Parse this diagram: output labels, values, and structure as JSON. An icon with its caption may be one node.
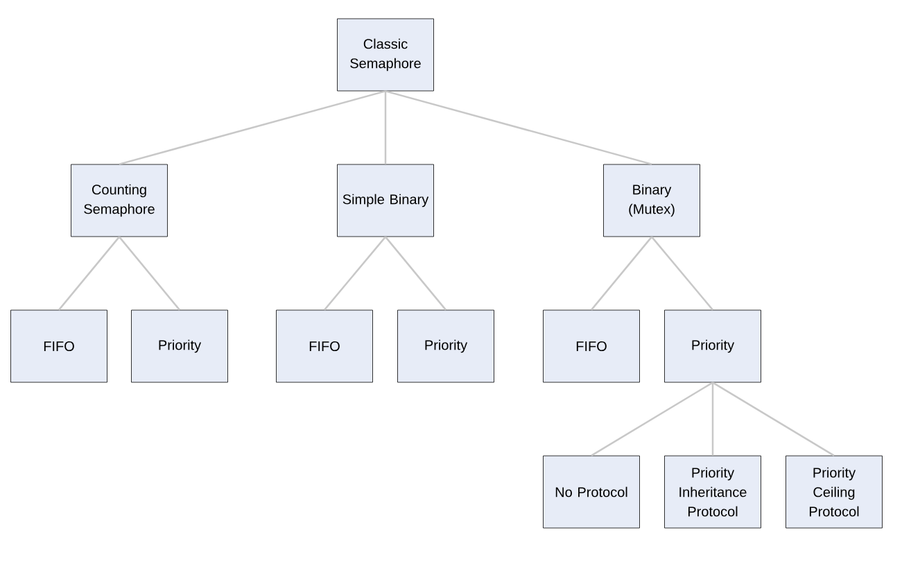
{
  "diagram": {
    "nodes": [
      {
        "text": [
          "Classic Semaphore"
        ]
      },
      {
        "text": [
          "Counting Semaphore"
        ]
      },
      {
        "text": [
          "Simple Binary"
        ]
      },
      {
        "text": [
          "Binary (Mutex)"
        ]
      },
      {
        "text": [
          "FIFO"
        ]
      },
      {
        "text": [
          "Priority"
        ]
      },
      {
        "text": [
          "FIFO"
        ]
      },
      {
        "text": [
          "Priority"
        ]
      },
      {
        "text": [
          "FIFO"
        ]
      },
      {
        "text": [
          "Priority"
        ]
      },
      {
        "text": [
          "No Protocol"
        ]
      },
      {
        "text": [
          "Priority Inheritance Protocol"
        ]
      },
      {
        "text": [
          "Priority Ceiling Protocol"
        ]
      }
    ],
    "edges": [
      {
        "from": 0,
        "to": 1,
        "arrow": "none"
      },
      {
        "from": 0,
        "to": 2,
        "arrow": "none"
      },
      {
        "from": 0,
        "to": 3,
        "arrow": "none"
      },
      {
        "from": 1,
        "to": 4,
        "arrow": "none"
      },
      {
        "from": 1,
        "to": 5,
        "arrow": "none"
      },
      {
        "from": 2,
        "to": 6,
        "arrow": "none"
      },
      {
        "from": 2,
        "to": 7,
        "arrow": "none"
      },
      {
        "from": 3,
        "to": 8,
        "arrow": "none"
      },
      {
        "from": 3,
        "to": 9,
        "arrow": "none"
      },
      {
        "from": 9,
        "to": 10,
        "arrow": "none"
      },
      {
        "from": 9,
        "to": 11,
        "arrow": "none"
      },
      {
        "from": 9,
        "to": 12,
        "arrow": "none"
      }
    ]
  }
}
